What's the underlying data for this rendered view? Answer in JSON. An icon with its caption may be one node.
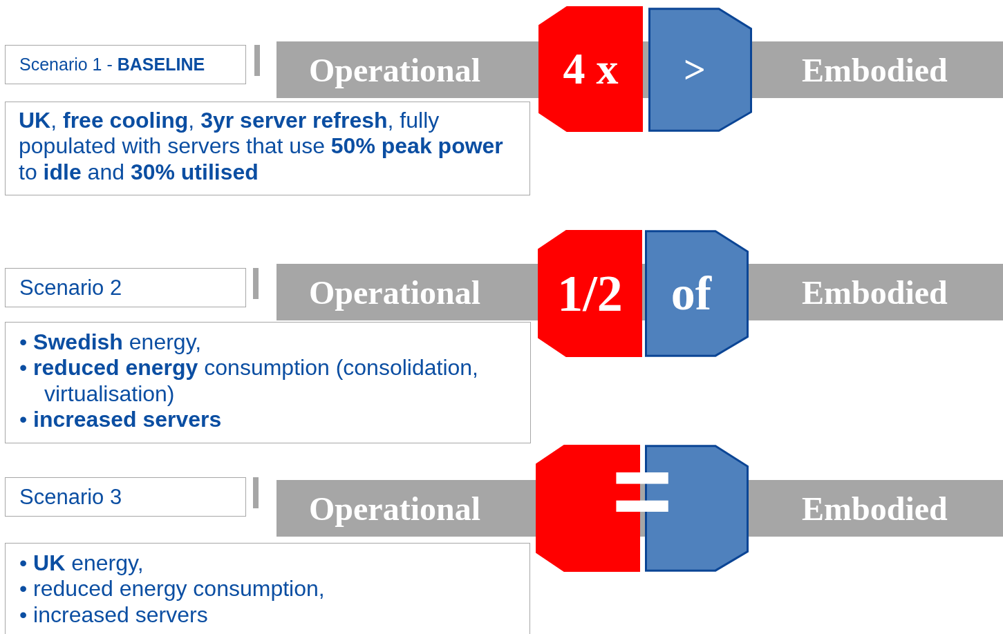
{
  "diagram": {
    "nodes": [
      {
        "text": [
          "Scenario 1 - **BASELINE**"
        ]
      },
      {
        "text": [
          "**UK**, **free cooling**, **3yr server refresh**, fully populated with servers that use **50% peak power** to **idle** and **30% utilised**"
        ]
      },
      {
        "text": [
          "Operational"
        ]
      },
      {
        "text": [
          "4 x"
        ]
      },
      {
        "text": [
          ">"
        ]
      },
      {
        "text": [
          "Embodied"
        ]
      },
      {
        "text": [
          "Scenario 2"
        ]
      },
      {
        "text": [
          "• **Swedish** energy,",
          "• **reduced energy** consumption (consolidation, virtualisation)",
          "• **increased servers**"
        ]
      },
      {
        "text": [
          "Operational"
        ]
      },
      {
        "text": [
          "1/2"
        ]
      },
      {
        "text": [
          "of"
        ]
      },
      {
        "text": [
          "Embodied"
        ]
      },
      {
        "text": [
          "Scenario 3"
        ]
      },
      {
        "text": [
          "• **UK** energy,",
          "• reduced energy consumption,",
          "• increased servers"
        ]
      },
      {
        "text": [
          "Operational"
        ]
      },
      {
        "text": [],
        "shape": "box"
      },
      {
        "text": [],
        "shape": "box"
      },
      {
        "text": [
          "Embodied"
        ]
      }
    ],
    "labels": [
      "="
    ]
  }
}
